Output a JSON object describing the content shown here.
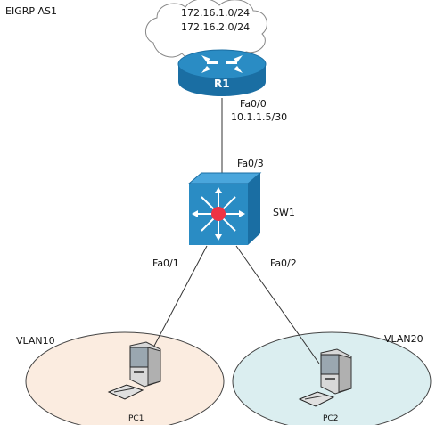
{
  "header": {
    "title": "EIGRP AS1"
  },
  "cloud": {
    "networks": [
      "172.16.1.0/24",
      "172.16.2.0/24"
    ]
  },
  "router": {
    "name": "R1",
    "interface": "Fa0/0",
    "address": "10.1.1.5/30",
    "icon": "router-icon"
  },
  "switch": {
    "name": "SW1",
    "uplink": "Fa0/3",
    "port_left": "Fa0/1",
    "port_right": "Fa0/2",
    "icon": "layer3-switch-icon"
  },
  "vlans": [
    {
      "name": "VLAN10",
      "pc": "PC1",
      "fill": "#fbece0",
      "icon": "pc-icon"
    },
    {
      "name": "VLAN20",
      "pc": "PC2",
      "fill": "#dbeef0",
      "icon": "pc-icon"
    }
  ],
  "colors": {
    "device_blue": "#2a8cc4",
    "device_dark": "#1a6ea3",
    "cloud_stroke": "#888888",
    "link": "#333333",
    "center_red": "#ee3344"
  }
}
